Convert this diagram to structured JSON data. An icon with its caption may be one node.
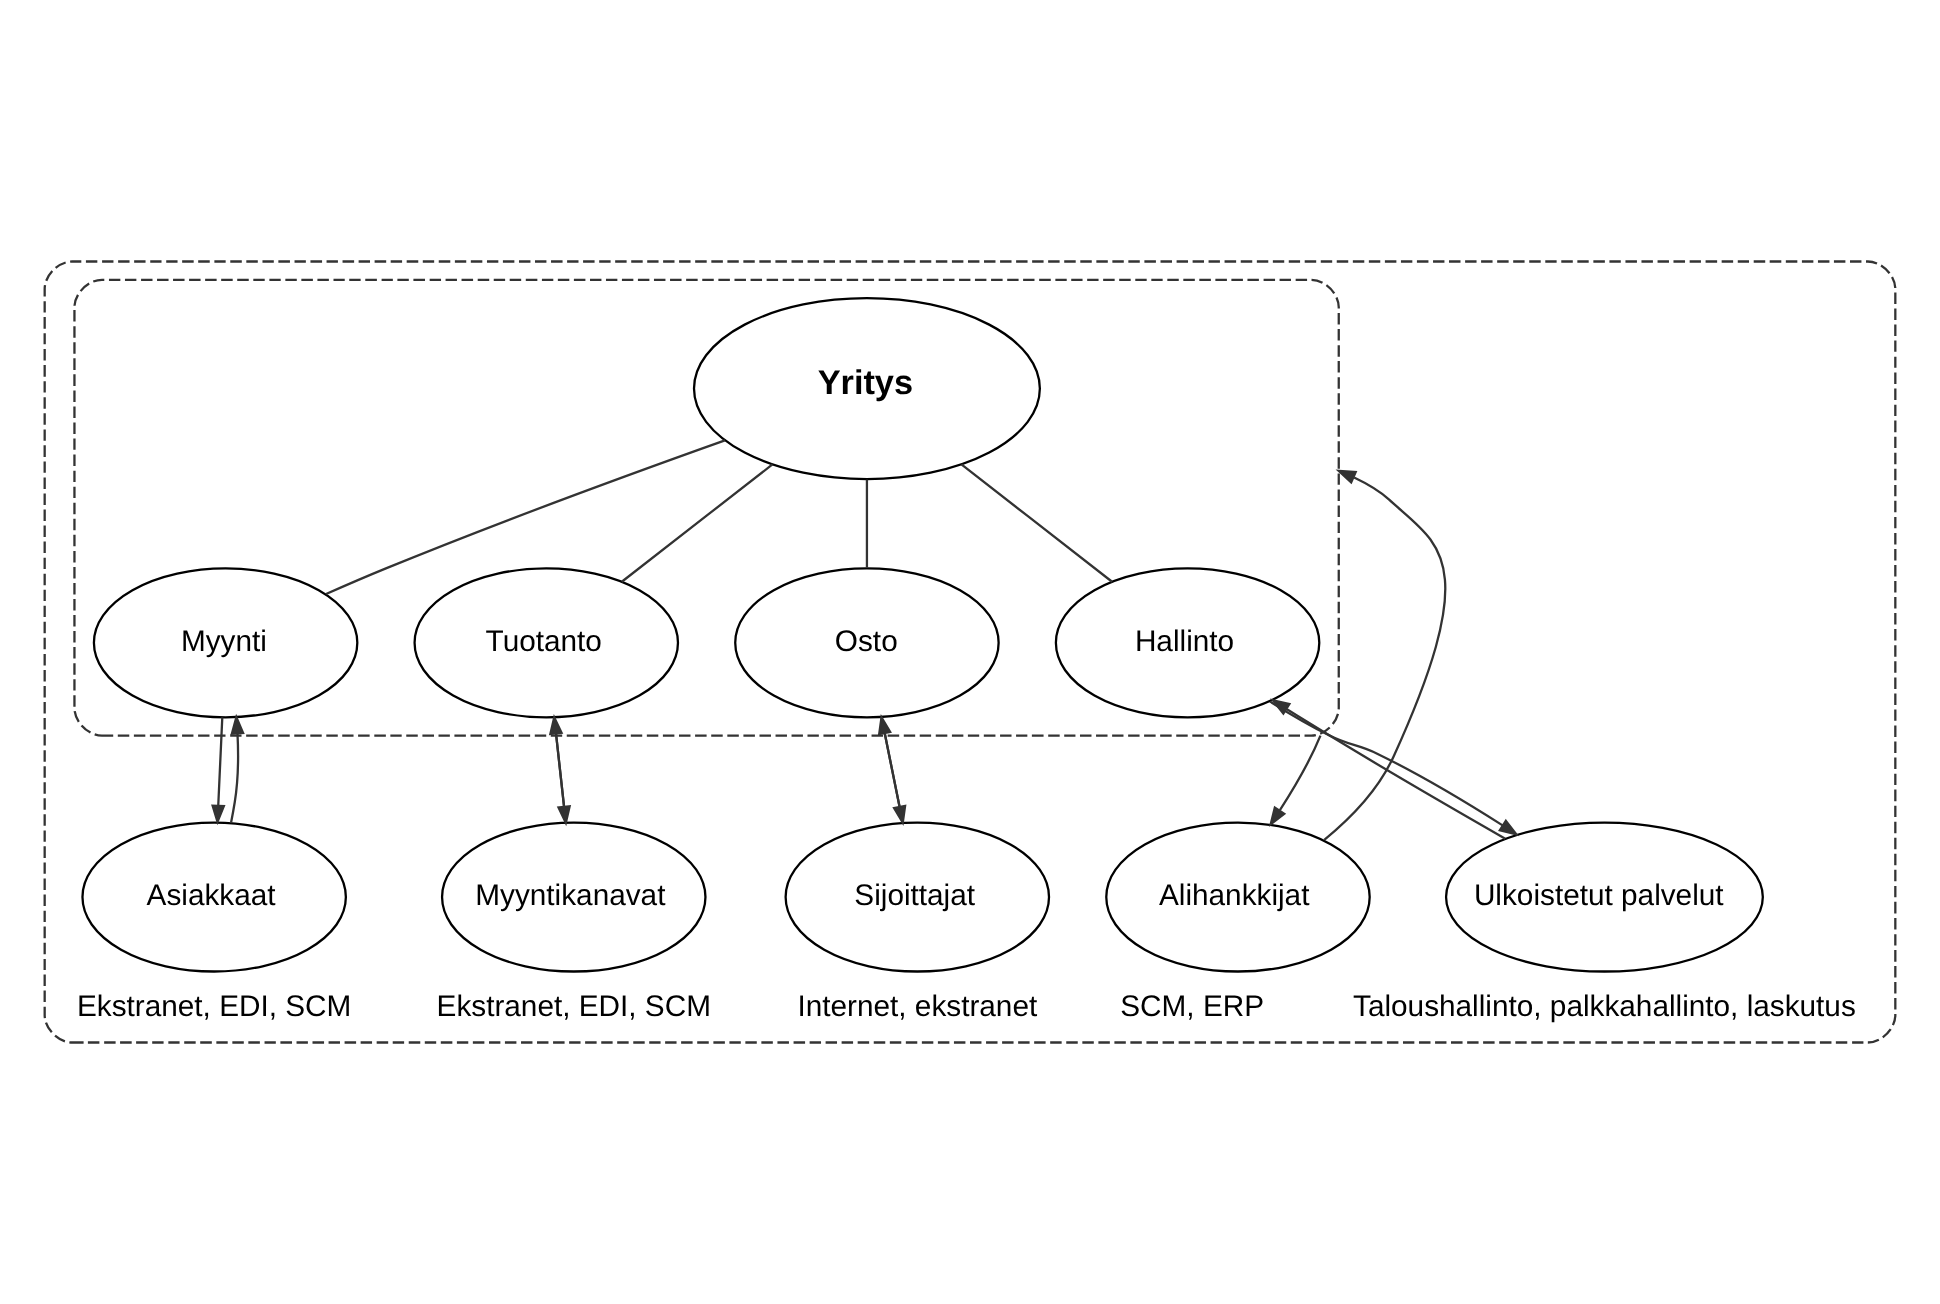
{
  "diagram": {
    "nodes": [
      {
        "text": [],
        "shape": "box"
      },
      {
        "text": [],
        "shape": "box",
        "in": 0
      },
      {
        "text": [
          "Yritys"
        ],
        "in": 1
      },
      {
        "text": [
          "Myynti"
        ],
        "in": 1
      },
      {
        "text": [
          "Tuotanto"
        ],
        "in": 1
      },
      {
        "text": [
          "Osto"
        ],
        "in": 1
      },
      {
        "text": [
          "Hallinto"
        ],
        "in": 1
      },
      {
        "text": [
          "Asiakkaat"
        ],
        "in": 0,
        "beside": [
          "Ekstranet, EDI, SCM"
        ]
      },
      {
        "text": [
          "Myyntikanavat"
        ],
        "in": 0,
        "beside": [
          "Ekstranet, EDI, SCM"
        ]
      },
      {
        "text": [
          "Alihankkijat"
        ],
        "in": 0,
        "beside": [
          "SCM, ERP"
        ]
      },
      {
        "text": [
          "Sijoittajat"
        ],
        "in": 0,
        "beside": [
          "Internet, ekstranet"
        ]
      },
      {
        "text": [
          "Ulkoistetut palvelut"
        ],
        "in": 0,
        "beside": [
          "Taloushallinto, palkkahallinto, laskutus"
        ]
      }
    ],
    "edges": [
      {
        "from": 2,
        "to": 3,
        "arrow": "none"
      },
      {
        "from": 2,
        "to": 4,
        "arrow": "none"
      },
      {
        "from": 2,
        "to": 5,
        "arrow": "none"
      },
      {
        "from": 2,
        "to": 6,
        "arrow": "none"
      },
      {
        "from": 3,
        "to": 7,
        "arrow": "to"
      },
      {
        "from": 7,
        "to": 3,
        "arrow": "to"
      },
      {
        "from": 4,
        "to": 8,
        "arrow": "to"
      },
      {
        "from": 8,
        "to": 4,
        "arrow": "to"
      },
      {
        "from": 1,
        "to": 9,
        "arrow": "to"
      },
      {
        "from": 9,
        "to": 1,
        "arrow": "to"
      },
      {
        "from": 10,
        "to": 5,
        "arrow": "to"
      },
      {
        "from": 5,
        "to": 10,
        "arrow": "to"
      },
      {
        "from": 11,
        "to": 6,
        "arrow": "to"
      },
      {
        "from": 6,
        "to": 11,
        "arrow": "to"
      }
    ]
  }
}
